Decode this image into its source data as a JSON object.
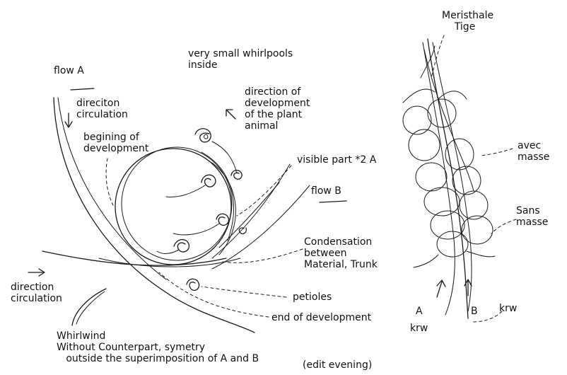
{
  "labels": {
    "flow_a": "flow A",
    "direction_circulation_top": "direciton\ncirculation",
    "begining_of_development": "begining of\ndevelopment",
    "very_small_whirlpools": "very small whirlpools\ninside",
    "direction_of_development": "direction of\ndevelopment\nof the plant\nanimal",
    "visible_part": "visible part *2 A",
    "flow_b": "flow B",
    "condensation": "Condensation\nbetween\nMaterial, Trunk",
    "petioles": "petioles",
    "end_of_development": "end of development",
    "direction_circulation_left": "direction\ncirculation",
    "whirlwind": "Whirlwind\nWithout Counterpart, symetry\n   outside the superimposition of A and B",
    "edit_evening": "(edit evening)",
    "meristhale": "Meristhale\n    Tige",
    "avec_masse": "avec\nmasse",
    "sans_masse": "Sans\nmasse",
    "label_a": "A",
    "label_b": "B",
    "krw_left": "krw",
    "krw_right": "krw"
  }
}
